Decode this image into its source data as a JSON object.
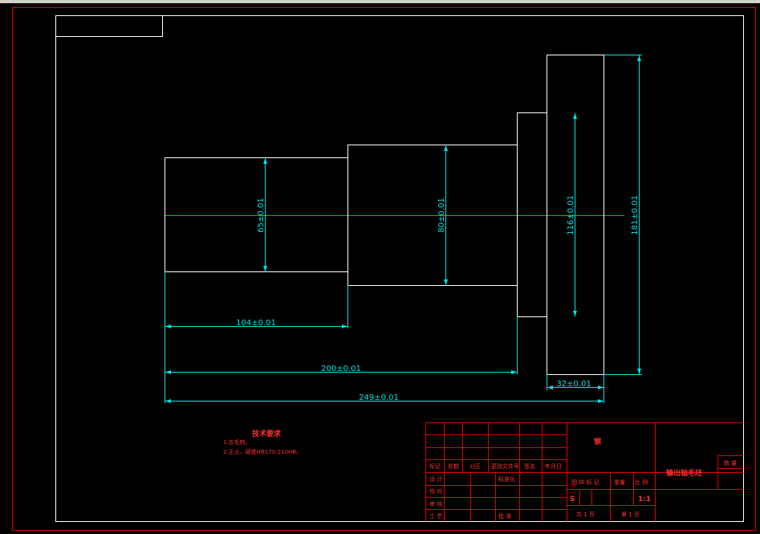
{
  "dimensions": {
    "d65": "65±0.01",
    "d80": "80±0.01",
    "d116": "116±0.01",
    "d181": "181±0.01",
    "l104": "104±0.01",
    "l200": "200±0.01",
    "l249": "249±0.01",
    "l32": "32±0.01"
  },
  "notes": {
    "title": "技术要求",
    "line1": "1.去毛刺。",
    "line2": "2.正火，硬度HB170-210HB。"
  },
  "title_block": {
    "material": "钢",
    "part_name": "输出轴毛坯",
    "quantity_label": "数 量",
    "stage_labels": "图 样 标 记",
    "weight_label": "重量",
    "scale_label": "比 例",
    "stage_mark": "S",
    "scale_value": "1:1",
    "total_sheets": "共 1 页",
    "sheet_no": "第 1 页",
    "rev_headers": [
      "标记",
      "处数",
      "分区",
      "更改文件号",
      "签名",
      "年月日"
    ],
    "signoff_labels": [
      "设 计",
      "校 对",
      "审 核",
      "工 艺"
    ],
    "std_label": "标准化",
    "approve_label": "批 准"
  },
  "colors": {
    "outline": "#ffffff",
    "dimension": "#00e5e5",
    "frame": "#e00000",
    "centerline": "#00c000"
  }
}
